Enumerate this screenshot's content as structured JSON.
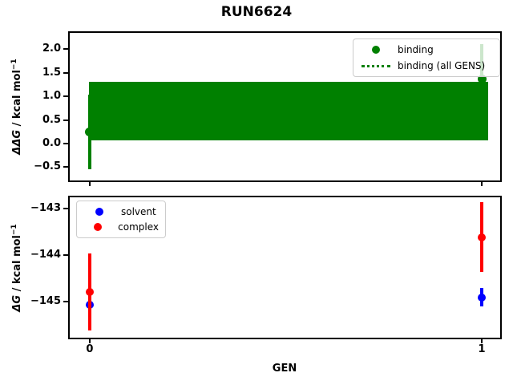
{
  "colors": {
    "binding_green": "#008000",
    "solvent_blue": "#0000ff",
    "complex_red": "#ff0000",
    "axes_black": "#000000",
    "legend_border": "#cccccc",
    "background": "#ffffff"
  },
  "chart_data": [
    {
      "type": "scatter",
      "title": "RUN6624",
      "xlabel": "",
      "ylabel": "ΔΔG / kcal mol⁻¹",
      "ylabel_parts": {
        "italic": "ΔΔG",
        "rest": " / kcal mol",
        "sup": "−1"
      },
      "ylim": [
        -0.78,
        2.34
      ],
      "xlim": [
        -0.051,
        1.049
      ],
      "grid": false,
      "yticks": {
        "values": [
          2.0,
          1.5,
          1.0,
          0.5,
          0.0,
          -0.5
        ],
        "labels": [
          "2.0",
          "1.5",
          "1.0",
          "0.5",
          "0.0",
          "−0.5"
        ]
      },
      "xticks": {
        "values": [
          0,
          1
        ],
        "labels": [
          "",
          ""
        ]
      },
      "series": [
        {
          "name": "binding",
          "kind": "errorbar-scatter",
          "color": "#008000",
          "marker": "circle",
          "x": [
            0,
            1
          ],
          "y": [
            0.25,
            1.37
          ],
          "yerr": [
            0.79,
            0.73
          ]
        },
        {
          "name": "binding (all GENS)",
          "kind": "band",
          "color": "#008000",
          "linestyle": "dotted",
          "x": [
            0,
            1
          ],
          "center": 0.69,
          "lo": 0.07,
          "hi": 1.3
        }
      ],
      "legend": {
        "position": "upper right",
        "entries": [
          "binding",
          "binding (all GENS)"
        ]
      }
    },
    {
      "type": "scatter",
      "title": "",
      "xlabel": "GEN",
      "ylabel": "ΔG / kcal mol⁻¹",
      "ylabel_parts": {
        "italic": "ΔG",
        "rest": " / kcal mol",
        "sup": "−1"
      },
      "ylim": [
        -145.78,
        -142.76
      ],
      "xlim": [
        -0.051,
        1.049
      ],
      "grid": false,
      "yticks": {
        "values": [
          -143,
          -144,
          -145
        ],
        "labels": [
          "−143",
          "−144",
          "−145"
        ]
      },
      "xticks": {
        "values": [
          0,
          1
        ],
        "labels": [
          "0",
          "1"
        ]
      },
      "series": [
        {
          "name": "solvent",
          "kind": "errorbar-scatter",
          "color": "#0000ff",
          "marker": "circle",
          "x": [
            0,
            1
          ],
          "y": [
            -145.08,
            -144.91
          ],
          "yerr": [
            0.17,
            0.2
          ]
        },
        {
          "name": "complex",
          "kind": "errorbar-scatter",
          "color": "#ff0000",
          "marker": "circle",
          "x": [
            0,
            1
          ],
          "y": [
            -144.8,
            -143.62
          ],
          "yerr": [
            0.83,
            0.75
          ]
        }
      ],
      "legend": {
        "position": "upper left",
        "entries": [
          "solvent",
          "complex"
        ]
      }
    }
  ]
}
